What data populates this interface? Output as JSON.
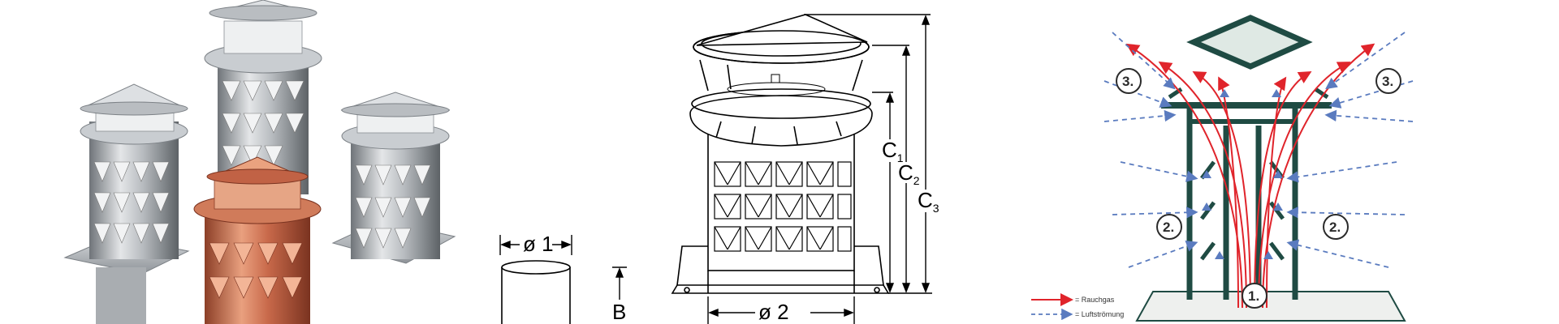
{
  "colors": {
    "steel_light": "#e4e6e8",
    "steel_mid": "#b7bbbf",
    "steel_dark": "#6f7479",
    "copper_light": "#e9a07f",
    "copper_mid": "#c8694a",
    "copper_dark": "#8c3f27",
    "smoke_red": "#e0242b",
    "air_blue": "#5a7bbf",
    "cap_green": "#1f4b43"
  },
  "drawing": {
    "dim_d1": "ø 1",
    "dim_d2": "ø 2",
    "dim_b": "B",
    "dim_c1": "C",
    "dim_c1_sub": "1",
    "dim_c2": "C",
    "dim_c2_sub": "2",
    "dim_c3": "C",
    "dim_c3_sub": "3"
  },
  "airflow": {
    "callouts": [
      "1.",
      "2.",
      "2.",
      "3.",
      "3."
    ],
    "legend": {
      "smoke_label": "= Rauchgas",
      "air_label": "= Luftströmung"
    }
  }
}
